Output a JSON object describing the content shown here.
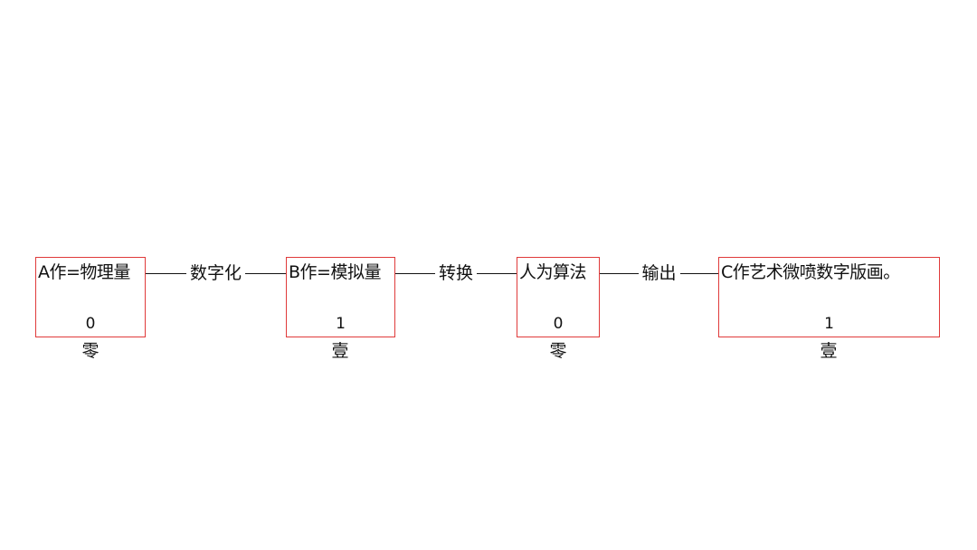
{
  "diagram": {
    "nodes": [
      {
        "title": "A作=物理量",
        "value": "0",
        "caption": "零"
      },
      {
        "title": "B作=模拟量",
        "value": "1",
        "caption": "壹"
      },
      {
        "title": "人为算法",
        "value": "0",
        "caption": "零"
      },
      {
        "title": "C作艺术微喷数字版画。",
        "value": "1",
        "caption": "壹"
      }
    ],
    "edges": [
      {
        "label": "数字化"
      },
      {
        "label": "转换"
      },
      {
        "label": "输出"
      }
    ],
    "colors": {
      "box_border": "#e03a3a",
      "line": "#111111",
      "text": "#111111"
    }
  }
}
